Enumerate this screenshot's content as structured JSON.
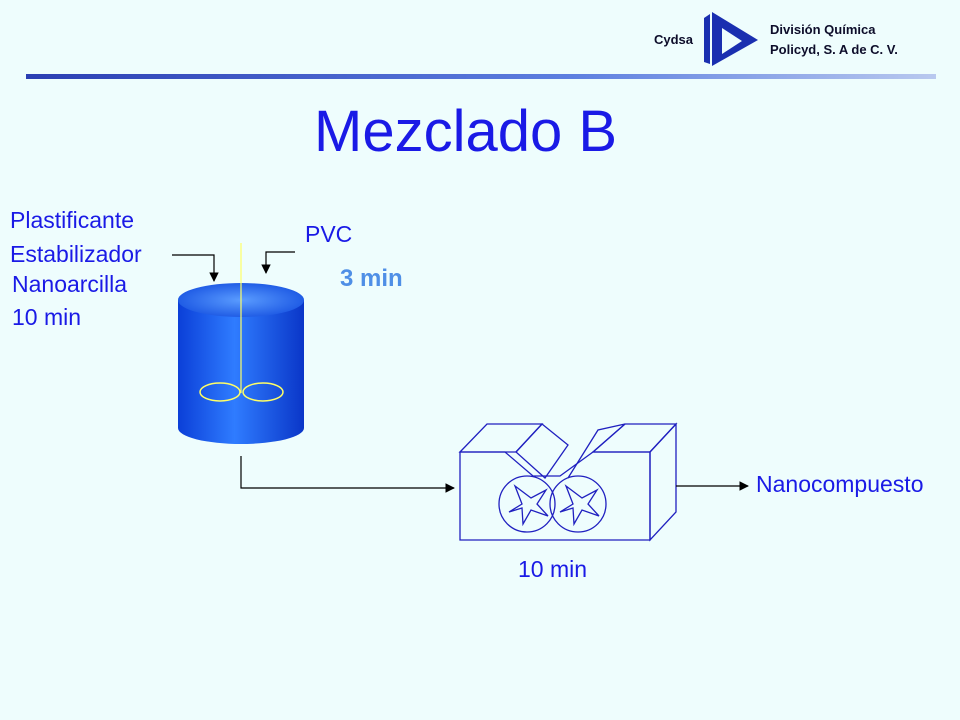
{
  "header": {
    "company": "Cydsa",
    "division_line1": "División Química",
    "division_line2": "Policyd, S. A de C. V.",
    "colors": {
      "rule": "#2b3fb3",
      "logo": "#1a2fb0"
    }
  },
  "title": "Mezclado B",
  "inputs": {
    "plastificante": "Plastificante",
    "estabilizador": "Estabilizador",
    "nanoarcilla": "Nanoarcilla",
    "time": "10 min"
  },
  "pvc": {
    "label": "PVC",
    "time": "3 min"
  },
  "mixer": {
    "time": "10 min"
  },
  "output": {
    "label": "Nanocompuesto"
  },
  "colors": {
    "text": "#1a1ae6",
    "tank": "#1560e8",
    "accent": "#4f8fe6",
    "impeller": "#ffff66"
  }
}
